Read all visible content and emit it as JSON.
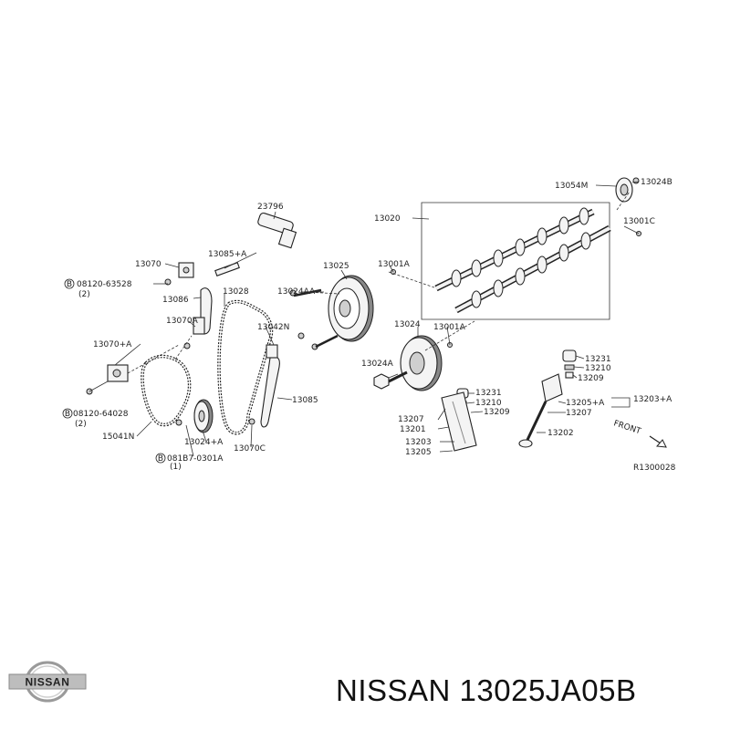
{
  "caption": "NISSAN 13025JA05B",
  "logo_text": "NISSAN",
  "ref_code": "R1300028",
  "front_label": "FRONT",
  "labels": {
    "p23796": "23796",
    "p13070": "13070",
    "p13085A": "13085+A",
    "b08120_63528": "08120-63528",
    "b08120_63528_qty": "(2)",
    "p13086": "13086",
    "p13028": "13028",
    "p13024AA": "13024AA",
    "p13025": "13025",
    "p13070A": "13070A",
    "p13042N": "13042N",
    "p13070_A": "13070+A",
    "p13085": "13085",
    "b08120_64028": "08120-64028",
    "b08120_64028_qty": "(2)",
    "p15041N": "15041N",
    "p13024_A": "13024+A",
    "p13070C": "13070C",
    "b081B7": "081B7-0301A",
    "b081B7_qty": "(1)",
    "p13054M": "13054M",
    "p13024B": "13024B",
    "p13020": "13020",
    "p13001C": "13001C",
    "p13001A_top": "13001A",
    "p13024": "13024",
    "p13001A_mid": "13001A",
    "p13024A": "13024A",
    "p13231_a": "13231",
    "p13210_a": "13210",
    "p13209_a": "13209",
    "p13205A": "13205+A",
    "p13203A": "13203+A",
    "p13207_a": "13207",
    "p13202": "13202",
    "p13231_b": "13231",
    "p13210_b": "13210",
    "p13209_b": "13209",
    "p13207_b": "13207",
    "p13201": "13201",
    "p13203": "13203",
    "p13205": "13205"
  }
}
